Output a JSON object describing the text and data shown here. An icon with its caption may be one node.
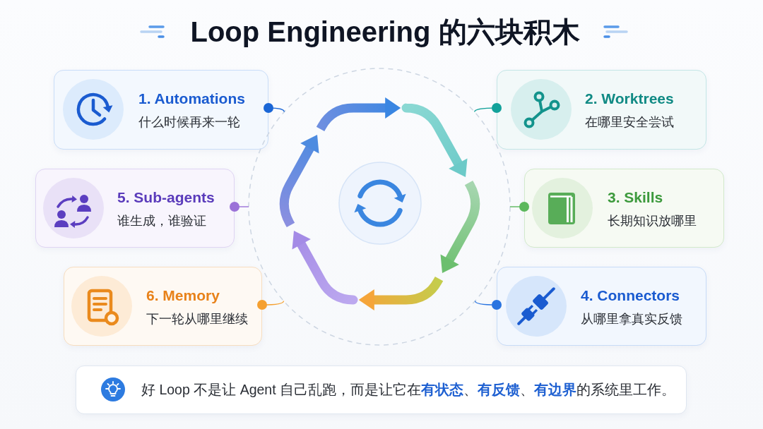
{
  "diagram": {
    "title": "Loop Engineering 的六块积木",
    "nodes": [
      {
        "text": [
          "1. Automations",
          "什么时候再来一轮"
        ]
      },
      {
        "text": [
          "2. Worktrees",
          "在哪里安全尝试"
        ]
      },
      {
        "text": [
          "3. Skills",
          "长期知识放哪里"
        ]
      },
      {
        "text": [
          "4. Connectors",
          "从哪里拿真实反馈"
        ]
      },
      {
        "text": [
          "5. Sub-agents",
          "谁生成，谁验证"
        ]
      },
      {
        "text": [
          "6. Memory",
          "下一轮从哪里继续"
        ]
      },
      {
        "text": [],
        "shape": "circle"
      },
      {
        "text": [
          "好 Loop 不是让 Agent 自己乱跑，而是让它在**有状态**、**有反馈**、**有边界**的系统里工作。"
        ]
      }
    ],
    "edges": [
      {
        "from": 0,
        "to": 6,
        "arrow": "other",
        "color": "#1a66d6"
      },
      {
        "from": 1,
        "to": 6,
        "arrow": "other",
        "color": "#12a19a"
      },
      {
        "from": 2,
        "to": 6,
        "arrow": "other",
        "color": "#5cb85c"
      },
      {
        "from": 3,
        "to": 6,
        "arrow": "other",
        "color": "#2a74e0"
      },
      {
        "from": 4,
        "to": 6,
        "arrow": "other",
        "color": "#9b72d8"
      },
      {
        "from": 5,
        "to": 6,
        "arrow": "other",
        "color": "#f5a030"
      }
    ]
  }
}
